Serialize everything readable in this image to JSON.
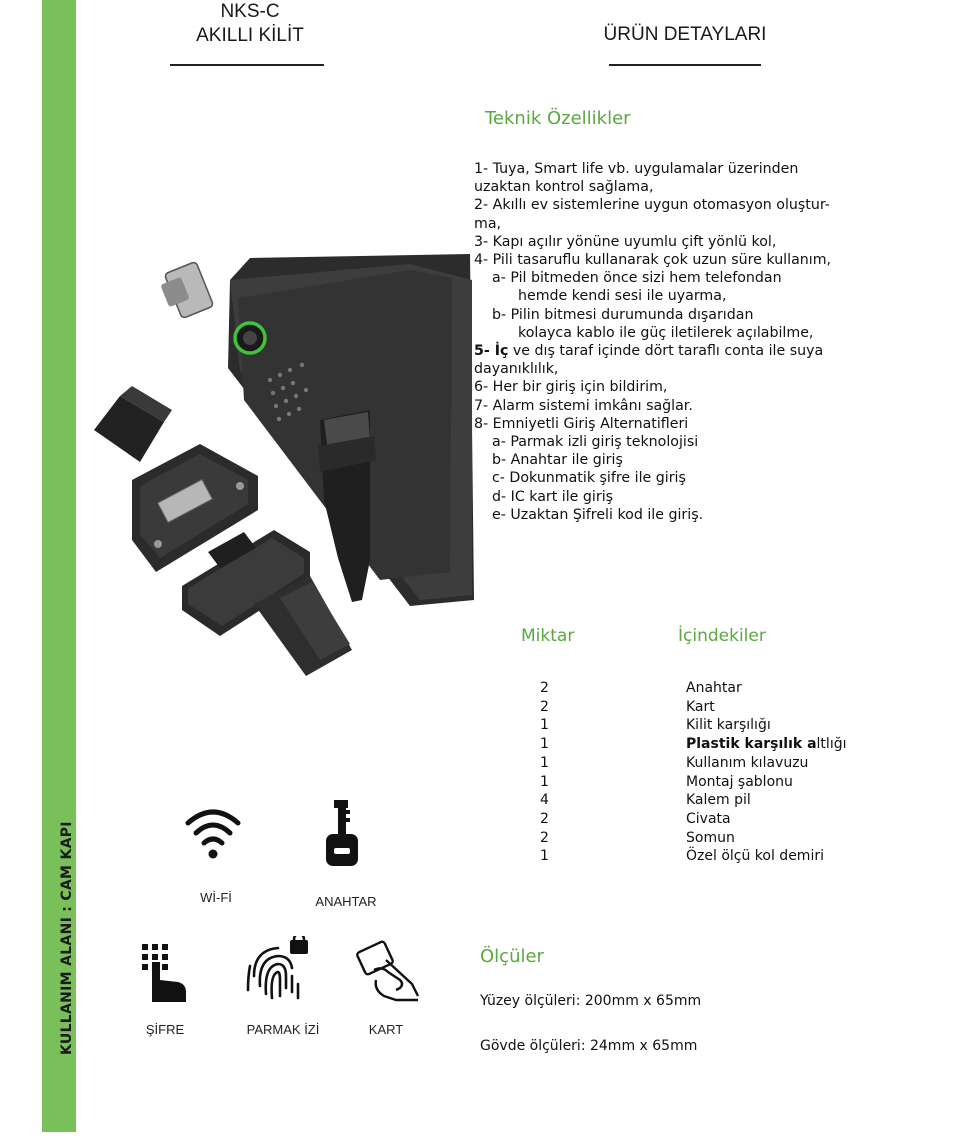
{
  "sidebar": {
    "label": "KULLANIM ALANI : CAM KAPI"
  },
  "product": {
    "model": "NKS-C",
    "name": "AKILLI KİLİT"
  },
  "details_title": "ÜRÜN DETAYLARI",
  "tech": {
    "heading": "Teknik Özellikler",
    "lines": [
      "1- Tuya, Smart life vb. uygulamalar üzerinden",
      "uzaktan kontrol sağlama,",
      "2- Akıllı ev sistemlerine uygun otomasyon oluştur-",
      "ma,",
      "3- Kapı açılır yönüne uyumlu çift yönlü kol,",
      "4- Pili tasaruflu kullanarak çok uzun süre kullanım,",
      "a- Pil bitmeden önce sizi hem telefondan",
      "hemde kendi sesi ile uyarma,",
      "b- Pilin bitmesi durumunda dışarıdan",
      "kolayca kablo ile güç iletilerek açılabilme,",
      "5- İç",
      " ve dış taraf içinde dört taraflı conta ile suya",
      "dayanıklılık,",
      "6- Her bir giriş için bildirim,",
      "7- Alarm sistemi imkânı sağlar.",
      "8- Emniyetli Giriş Alternatifleri",
      "a- Parmak izli giriş teknolojisi",
      "b- Anahtar ile giriş",
      "c- Dokunmatik şifre ile giriş",
      "d- IC kart ile giriş",
      "e- Uzaktan Şifreli kod ile giriş."
    ]
  },
  "contents": {
    "qty_heading": "Miktar",
    "items_heading": "İçindekiler",
    "rows": [
      {
        "qty": "2",
        "item": "Anahtar"
      },
      {
        "qty": "2",
        "item": "Kart"
      },
      {
        "qty": "1",
        "item": "Kilit karşılığı"
      },
      {
        "qty": "1",
        "item_bold": "Plastik karşılık a",
        "item_rest": "ltlığı"
      },
      {
        "qty": "1",
        "item": "Kullanım kılavuzu"
      },
      {
        "qty": "1",
        "item": "Montaj şablonu"
      },
      {
        "qty": "4",
        "item": "Kalem pil"
      },
      {
        "qty": "2",
        "item": "Civata"
      },
      {
        "qty": "2",
        "item": "Somun"
      },
      {
        "qty": "1",
        "item": "Özel ölçü kol demiri"
      }
    ]
  },
  "dimensions": {
    "heading": "Ölçüler",
    "surface": "Yüzey ölçüleri: 200mm x 65mm",
    "body": "Gövde ölçüleri: 24mm x 65mm"
  },
  "features_icons": {
    "wifi": "Wİ-Fİ",
    "key": "ANAHTAR",
    "pin": "ŞİFRE",
    "fingerprint": "PARMAK İZİ",
    "card": "KART"
  },
  "colors": {
    "accent_green": "#79c05a",
    "heading_green": "#5aa83e",
    "ring_green": "#3cc43c"
  }
}
